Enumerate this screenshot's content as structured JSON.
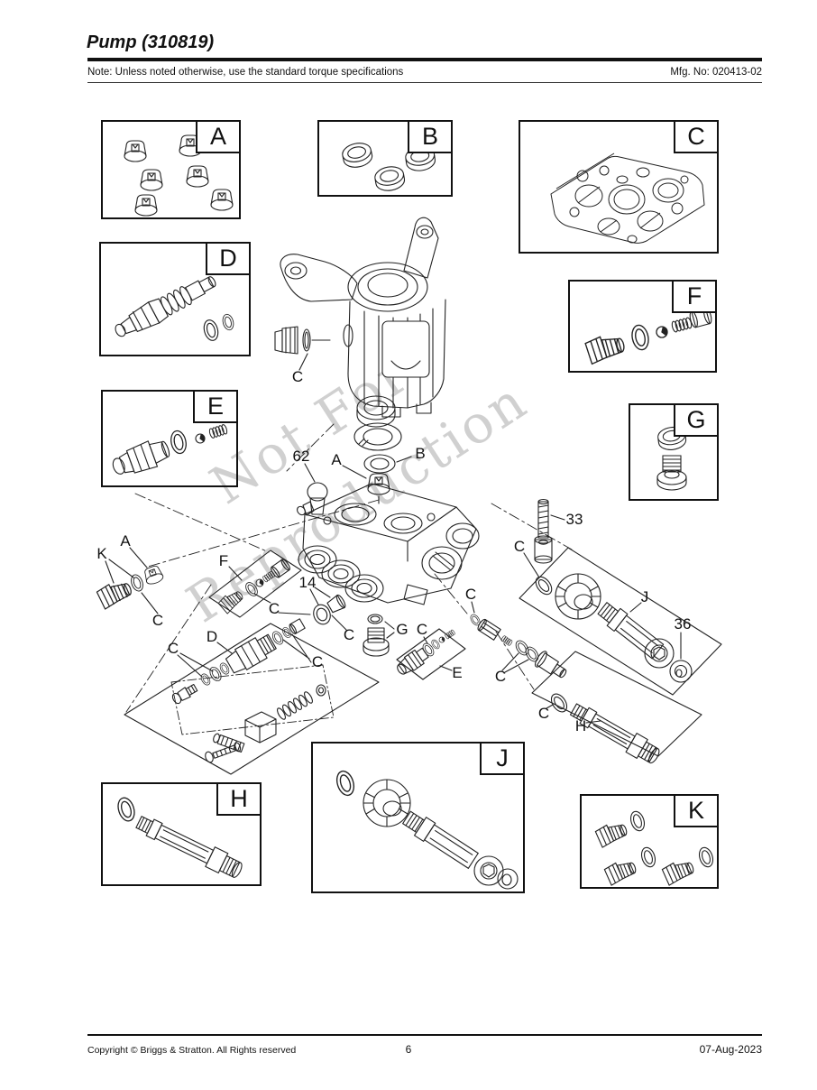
{
  "header": {
    "title": "Pump (310819)",
    "note": "Note: Unless noted otherwise, use the standard torque specifications",
    "mfg_no": "Mfg. No: 020413-02"
  },
  "watermark": {
    "line1": "Not For",
    "line2": "Reproduction"
  },
  "detail_boxes": [
    {
      "label": "A",
      "parts": "six-valve-caps"
    },
    {
      "label": "B",
      "parts": "three-seal-rings"
    },
    {
      "label": "C",
      "parts": "valve-plate-gasket"
    },
    {
      "label": "D",
      "parts": "unloader-valve-with-o-ring-and-seal"
    },
    {
      "label": "E",
      "parts": "barb-fitting-o-ring-ball-spring"
    },
    {
      "label": "F",
      "parts": "hex-plug-o-ring-ball-spring-seat"
    },
    {
      "label": "G",
      "parts": "o-ring-and-hex-plug"
    },
    {
      "label": "H",
      "parts": "o-ring-and-outlet-tube"
    },
    {
      "label": "J",
      "parts": "o-ring-nut-outlet-tube-and-cap"
    },
    {
      "label": "K",
      "parts": "three-hex-plugs-with-o-rings"
    }
  ],
  "callouts": [
    {
      "text": "C"
    },
    {
      "text": "62"
    },
    {
      "text": "A"
    },
    {
      "text": "B"
    },
    {
      "text": "33"
    },
    {
      "text": "C"
    },
    {
      "text": "J"
    },
    {
      "text": "36"
    },
    {
      "text": "K"
    },
    {
      "text": "A"
    },
    {
      "text": "C"
    },
    {
      "text": "F"
    },
    {
      "text": "C"
    },
    {
      "text": "14"
    },
    {
      "text": "C"
    },
    {
      "text": "D"
    },
    {
      "text": "C"
    },
    {
      "text": "C"
    },
    {
      "text": "G"
    },
    {
      "text": "C"
    },
    {
      "text": "E"
    },
    {
      "text": "C"
    },
    {
      "text": "C"
    },
    {
      "text": "C"
    },
    {
      "text": "H"
    }
  ],
  "footer": {
    "copyright": "Copyright ©  Briggs & Stratton. All Rights reserved",
    "page_number": "6",
    "date": "07-Aug-2023"
  }
}
